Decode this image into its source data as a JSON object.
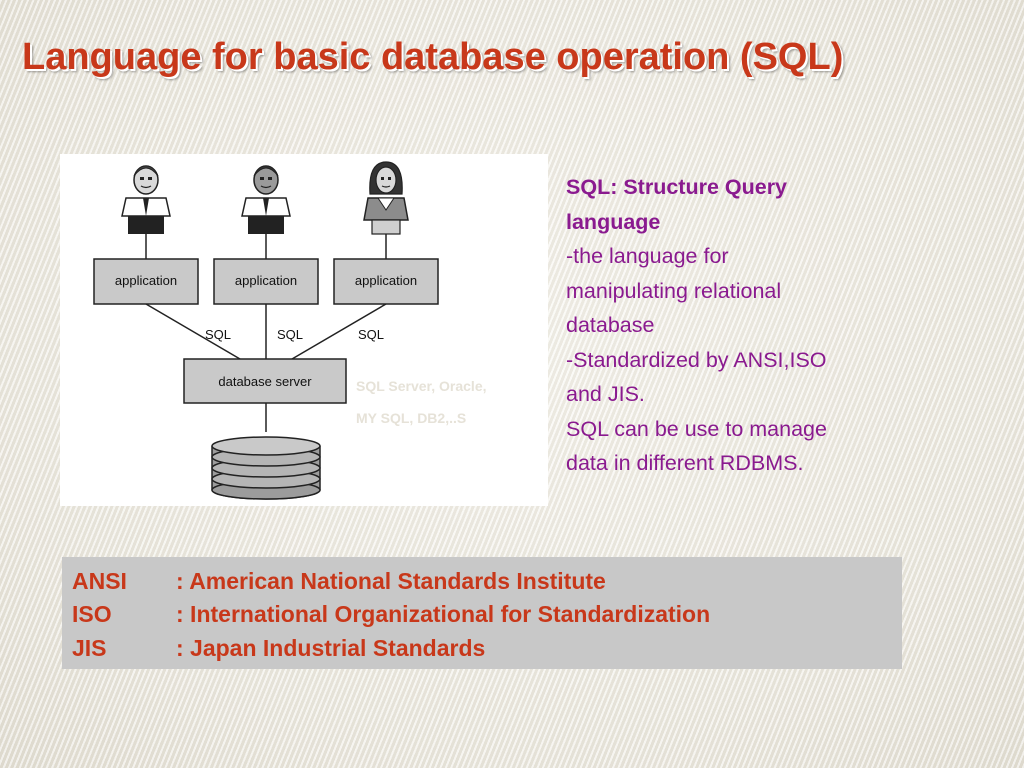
{
  "slide": {
    "title": "Language for basic database operation (SQL)"
  },
  "diagram": {
    "applications": [
      "application",
      "application",
      "application"
    ],
    "links": [
      "SQL",
      "SQL",
      "SQL"
    ],
    "server": "database server",
    "note_lines": [
      "SQL Server, Oracle,",
      "MY SQL, DB2,..S"
    ],
    "icons": [
      "user-male-icon",
      "user-male-icon",
      "user-female-icon",
      "database-cylinder-icon"
    ]
  },
  "side_text": {
    "heading_lines": [
      "SQL: Structure Query",
      "language"
    ],
    "body_lines": [
      "-the language for",
      "manipulating relational",
      "database",
      "-Standardized by ANSI,ISO",
      "and JIS.",
      "SQL can be use to manage",
      "data in different RDBMS."
    ]
  },
  "abbreviations": [
    {
      "code": "ANSI",
      "definition": ": American National Standards Institute"
    },
    {
      "code": "ISO",
      "definition": ": International Organizational for Standardization"
    },
    {
      "code": "JIS",
      "definition": ": Japan Industrial Standards"
    }
  ],
  "colors": {
    "title": "#c8381a",
    "side_text": "#8a1a8f",
    "abbreviation_text": "#c8381a",
    "abbreviation_box": "#c8c8c8"
  }
}
